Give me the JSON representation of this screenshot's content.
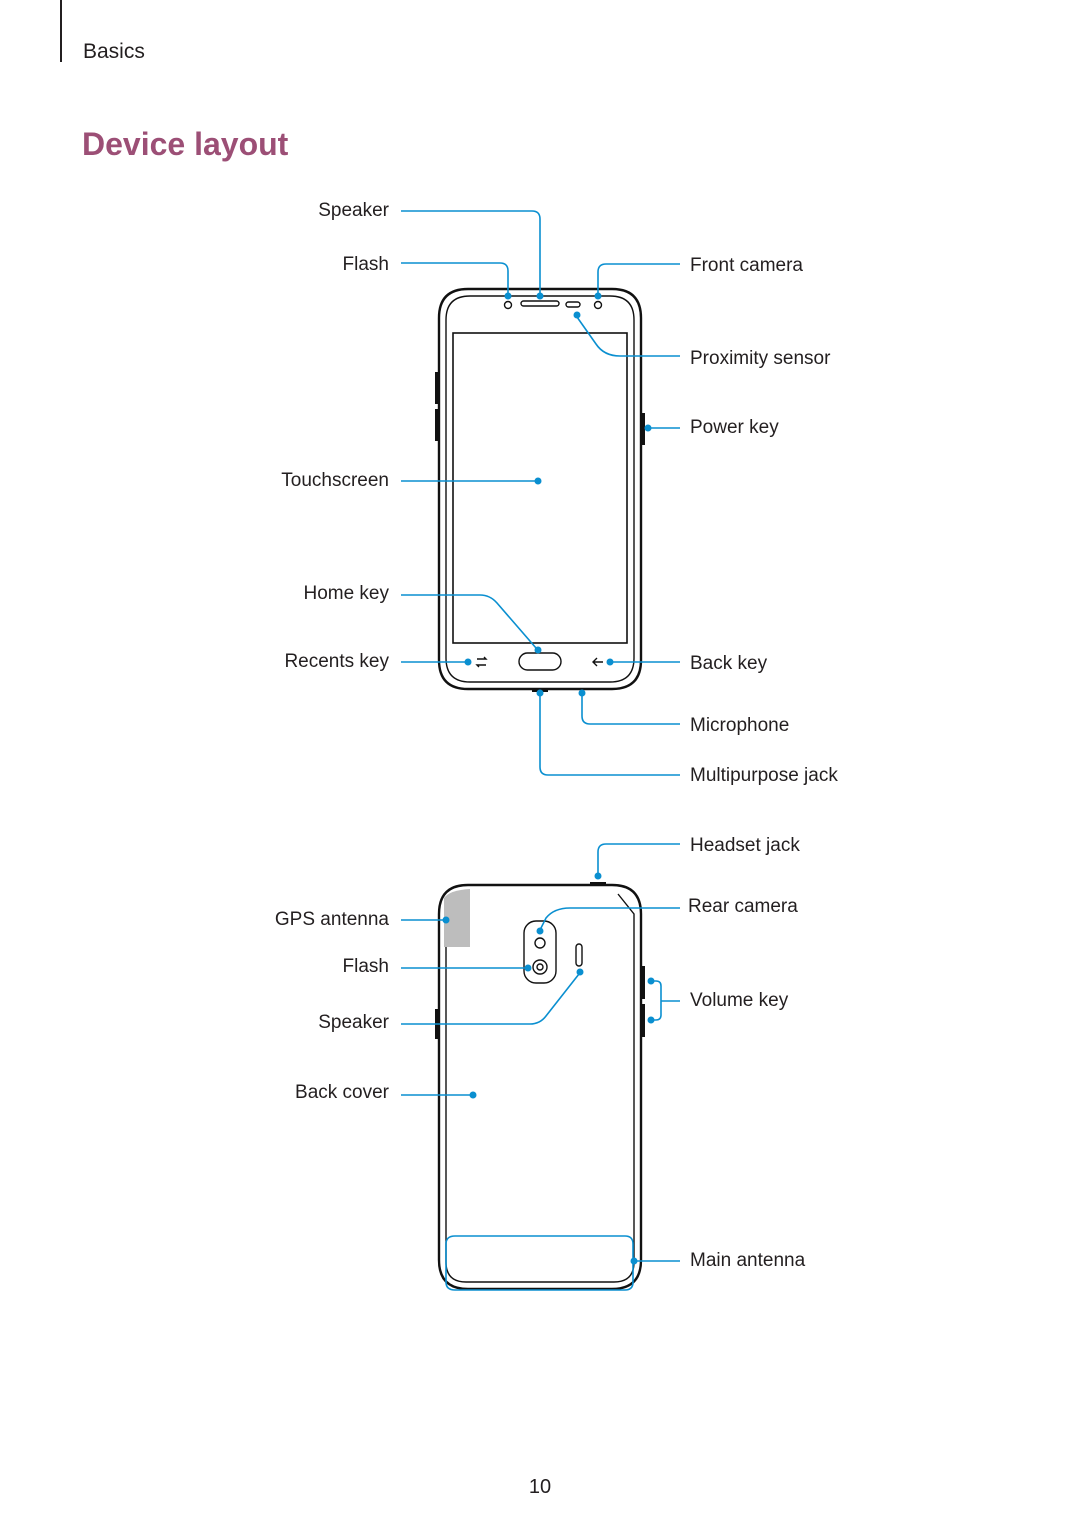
{
  "header": {
    "section": "Basics"
  },
  "title": "Device layout",
  "front": {
    "speaker": "Speaker",
    "flash": "Flash",
    "front_camera": "Front camera",
    "proximity_sensor": "Proximity sensor",
    "power_key": "Power key",
    "touchscreen": "Touchscreen",
    "home_key": "Home key",
    "recents_key": "Recents key",
    "back_key": "Back key",
    "microphone": "Microphone",
    "multipurpose_jack": "Multipurpose jack"
  },
  "back": {
    "headset_jack": "Headset jack",
    "gps_antenna": "GPS antenna",
    "rear_camera": "Rear camera",
    "flash": "Flash",
    "volume_key": "Volume key",
    "speaker": "Speaker",
    "back_cover": "Back cover",
    "main_antenna": "Main antenna"
  },
  "page_number": "10",
  "colors": {
    "title": "#9c4f76",
    "callout": "#0a8fd0",
    "gps_shade": "#bdbdbd"
  }
}
